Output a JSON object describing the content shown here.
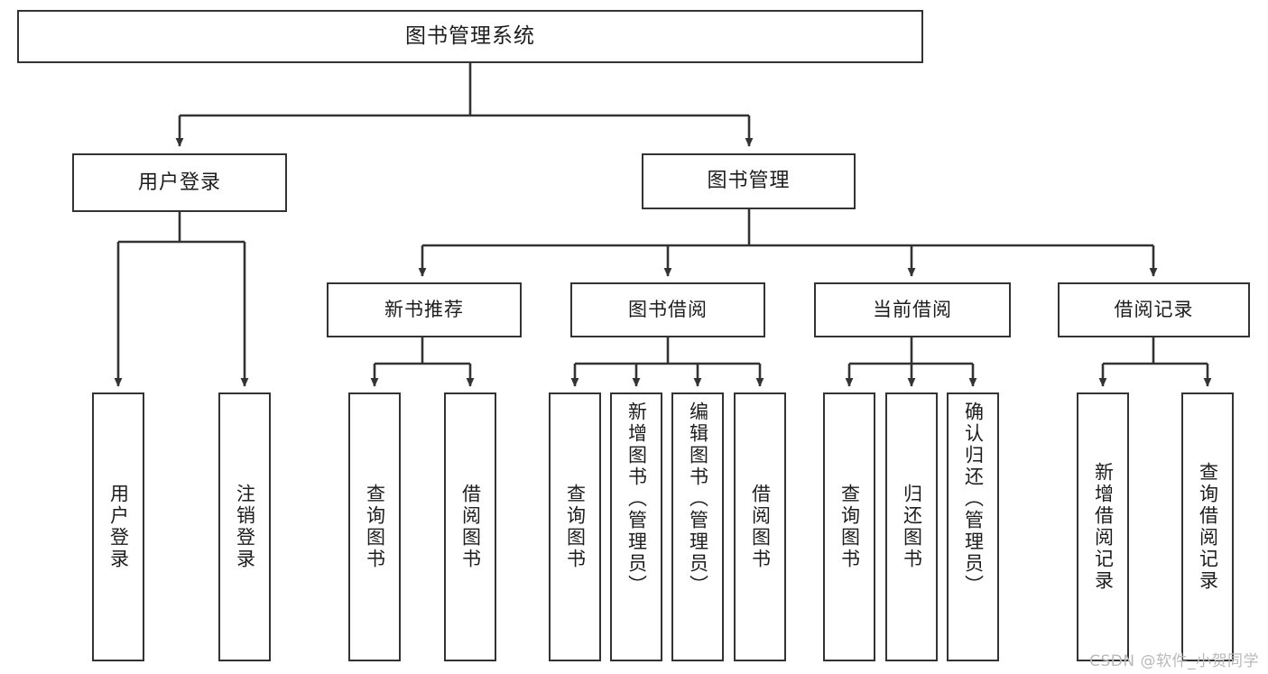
{
  "diagram": {
    "title": "图书管理系统",
    "type": "tree-hierarchy-chart",
    "watermark": "CSDN @软件_小贺同学",
    "colors": {
      "background": "#ffffff",
      "node_border": "#333333",
      "node_fill": "#ffffff",
      "edge": "#333333",
      "text": "#1d1d1d",
      "watermark": "#b9b9b9"
    },
    "nodes": {
      "root": {
        "label": "图书管理系统"
      },
      "level2": [
        {
          "id": "user-login",
          "label": "用户登录"
        },
        {
          "id": "book-management",
          "label": "图书管理"
        }
      ],
      "level3": [
        {
          "id": "new-book-recommend",
          "label": "新书推荐"
        },
        {
          "id": "book-borrow",
          "label": "图书借阅"
        },
        {
          "id": "current-borrow",
          "label": "当前借阅"
        },
        {
          "id": "borrow-record",
          "label": "借阅记录"
        }
      ],
      "leaves": {
        "user_login": [
          {
            "id": "leaf-user-login",
            "label": "用户登录"
          },
          {
            "id": "leaf-logout-login",
            "label": "注销登录"
          }
        ],
        "new_book_recommend": [
          {
            "id": "leaf-query-book-1",
            "label": "查询图书"
          },
          {
            "id": "leaf-borrow-book-1",
            "label": "借阅图书"
          }
        ],
        "book_borrow": [
          {
            "id": "leaf-query-book-2",
            "label": "查询图书"
          },
          {
            "id": "leaf-add-book",
            "label": "新增图书（管理员）"
          },
          {
            "id": "leaf-edit-book",
            "label": "编辑图书（管理员）"
          },
          {
            "id": "leaf-borrow-book-2",
            "label": "借阅图书"
          }
        ],
        "current_borrow": [
          {
            "id": "leaf-query-book-3",
            "label": "查询图书"
          },
          {
            "id": "leaf-return-book",
            "label": "归还图书"
          },
          {
            "id": "leaf-confirm-return",
            "label": "确认归还（管理员）"
          }
        ],
        "borrow_record": [
          {
            "id": "leaf-add-borrow-record",
            "label": "新增借阅记录"
          },
          {
            "id": "leaf-query-borrow-record",
            "label": "查询借阅记录"
          }
        ]
      }
    }
  }
}
